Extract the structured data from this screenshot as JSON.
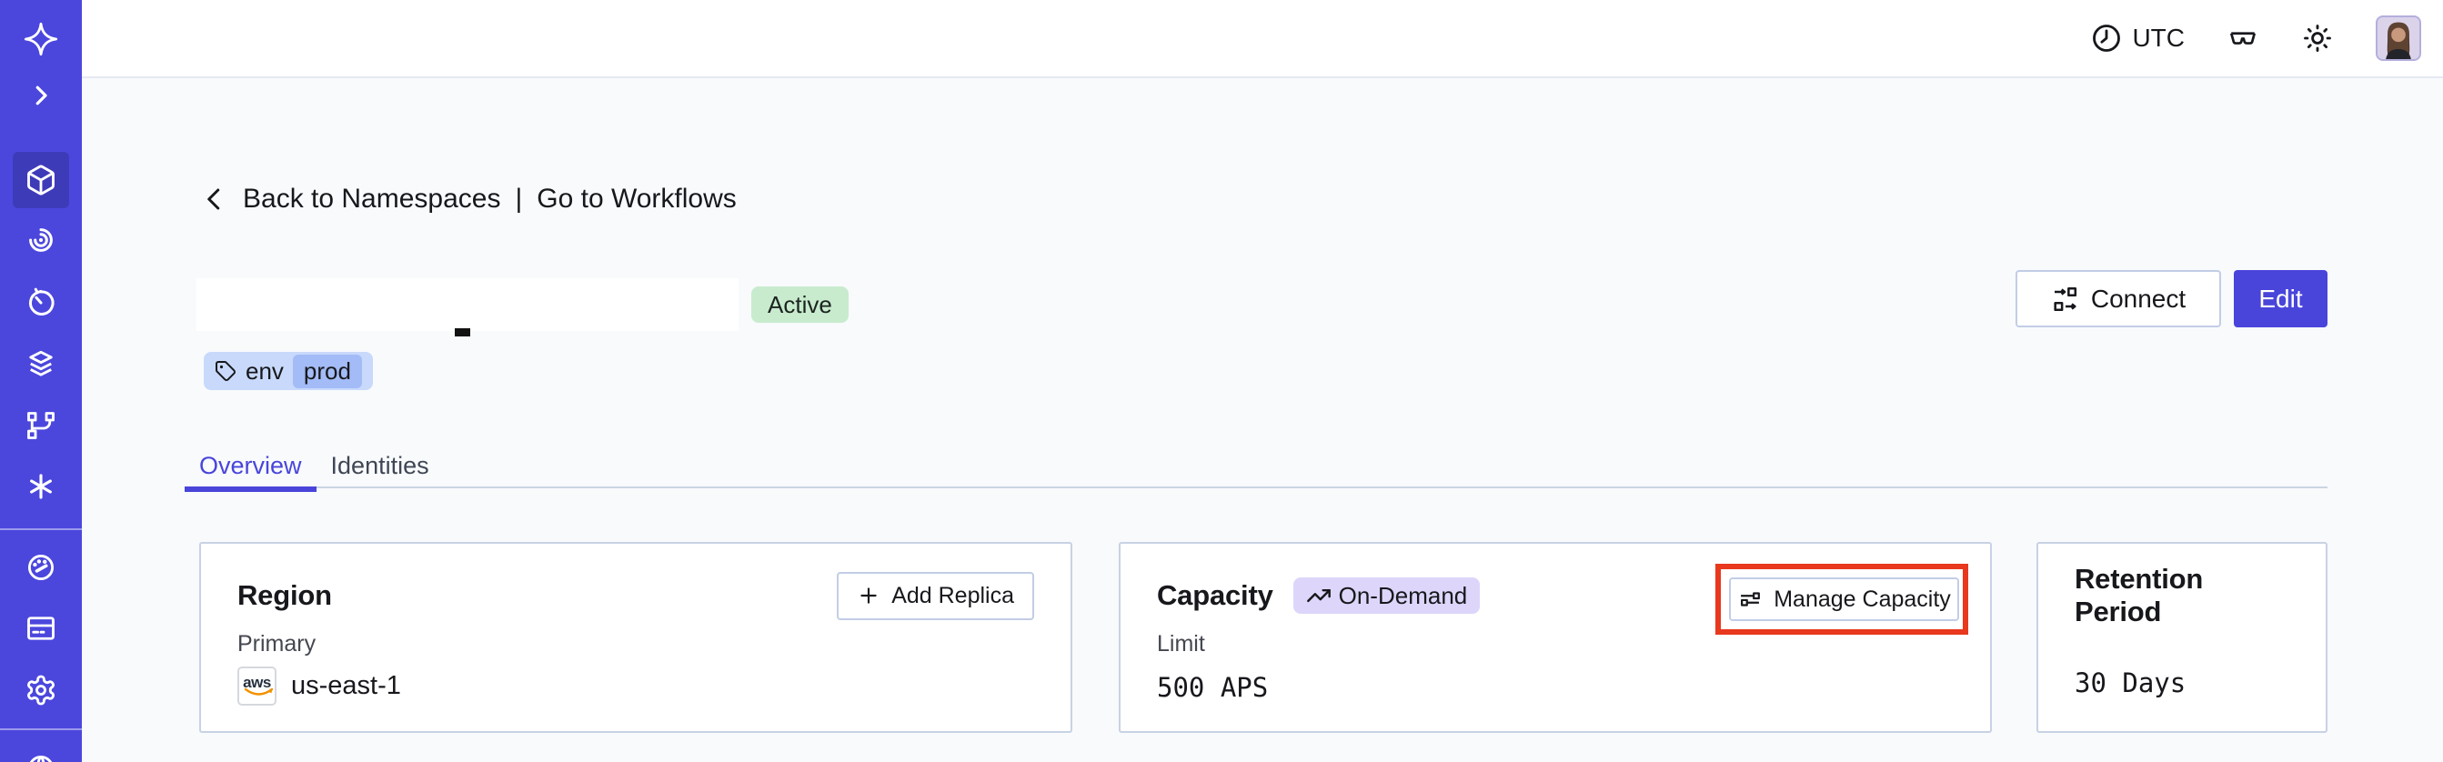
{
  "topbar": {
    "timezone": "UTC",
    "icons": [
      "clock-icon",
      "glasses-icon",
      "brightness-icon",
      "avatar"
    ]
  },
  "sidebar": {
    "items": [
      {
        "icon": "temporal-logo",
        "active": false
      },
      {
        "icon": "expand-chevron-icon",
        "active": false
      },
      {
        "icon": "namespaces-cube-icon",
        "active": true
      },
      {
        "icon": "spiral-icon",
        "active": false
      },
      {
        "icon": "schedules-clock-icon",
        "active": false
      },
      {
        "icon": "layers-icon",
        "active": false
      },
      {
        "icon": "branch-icon",
        "active": false
      },
      {
        "icon": "nexus-asterisk-icon",
        "active": false
      },
      {
        "icon": "gauge-icon",
        "active": false
      },
      {
        "icon": "billing-card-icon",
        "active": false
      },
      {
        "icon": "settings-gear-icon",
        "active": false
      },
      {
        "icon": "globe-icon",
        "active": false
      }
    ]
  },
  "breadcrumb": {
    "back_label": "Back to Namespaces",
    "separator": "|",
    "workflows_label": "Go to Workflows"
  },
  "namespace": {
    "status": "Active",
    "tag_key": "env",
    "tag_value": "prod"
  },
  "actions": {
    "connect": "Connect",
    "edit": "Edit"
  },
  "tabs": [
    {
      "label": "Overview",
      "active": true
    },
    {
      "label": "Identities",
      "active": false
    }
  ],
  "cards": {
    "region": {
      "title": "Region",
      "button": "Add Replica",
      "label": "Primary",
      "provider_label": "aws",
      "value": "us-east-1"
    },
    "capacity": {
      "title": "Capacity",
      "badge": "On-Demand",
      "button": "Manage Capacity",
      "label": "Limit",
      "value": "500 APS"
    },
    "retention": {
      "title": "Retention Period",
      "value": "30 Days"
    }
  },
  "colors": {
    "sidebar": "#4B47DD",
    "accent_indigo": "#4945DA",
    "page_bg": "#F8FAFC",
    "card_border": "#C8D2E4",
    "status_active_bg": "#C8EBCE",
    "ondemand_bg": "#DDD6FA",
    "tag_outer_bg": "#C8D9FB",
    "tag_inner_bg": "#A3BBF6",
    "annotation_red": "#E8381E"
  }
}
